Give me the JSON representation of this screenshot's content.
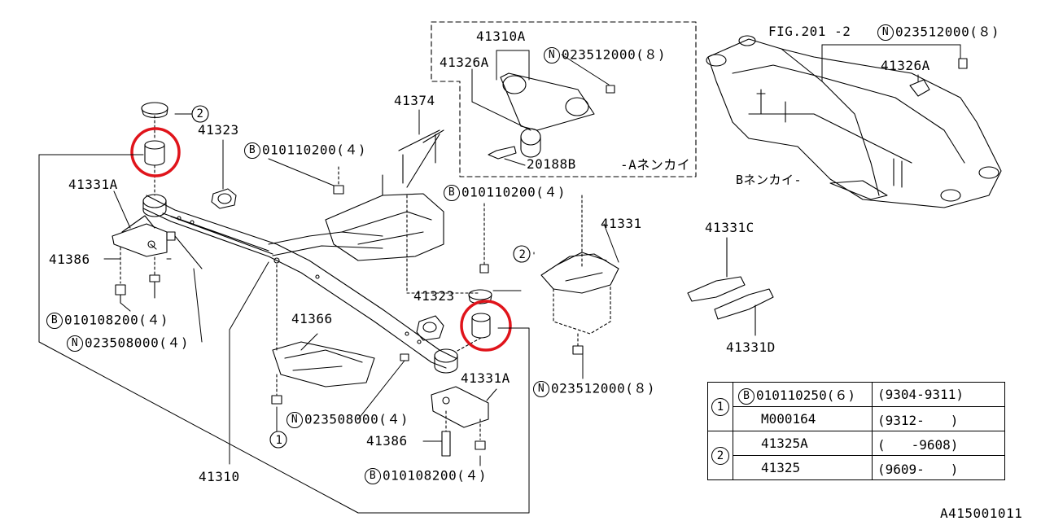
{
  "colors": {
    "ink": "#000000",
    "highlight": "#e0141b",
    "background": "#ffffff"
  },
  "labels": {
    "fig": "FIG.201 -2",
    "n_023512000_8_top_right": "023512000(８)",
    "p41326A_right": "41326A",
    "p41310A": "41310A",
    "p41326A_inset": "41326A",
    "n_023512000_8_inset": "023512000(８)",
    "p41374": "41374",
    "p20188B": "20188B",
    "a_nenkai": "-Aネンカイ",
    "b_nenkai": "Bネンカイ-",
    "p41323_top": "41323",
    "b_010110200_4_top": "010110200(４)",
    "b_010110200_4_mid": "010110200(４)",
    "p41331A_left": "41331A",
    "p41386_left": "41386",
    "b_010108200_4_left": "010108200(４)",
    "n_023508000_4_left": "023508000(４)",
    "p41331": "41331",
    "p41331C": "41331C",
    "p41331D": "41331D",
    "p41323_mid": "41323",
    "p41366": "41366",
    "n_023508000_4_mid": "023508000(４)",
    "p41331A_right": "41331A",
    "n_023512000_8_mid": "023512000(８)",
    "p41386_right": "41386",
    "b_010108200_4_right": "010108200(４)",
    "p41310": "41310",
    "callout1": "1",
    "callout2_top": "2",
    "callout2_mid": "2",
    "image_code": "A415001011"
  },
  "markers": {
    "B": "B",
    "N": "N"
  },
  "reference_table": {
    "rows": [
      {
        "key": "1",
        "marker": "B",
        "part": "010110250(６)",
        "range": "(9304-9311)"
      },
      {
        "key": "",
        "marker": "",
        "part": "M000164",
        "range": "(9312-　　)"
      },
      {
        "key": "2",
        "marker": "",
        "part": "41325A",
        "range": "(　　-9608)"
      },
      {
        "key": "",
        "marker": "",
        "part": "41325",
        "range": "(9609-　　)"
      }
    ]
  }
}
